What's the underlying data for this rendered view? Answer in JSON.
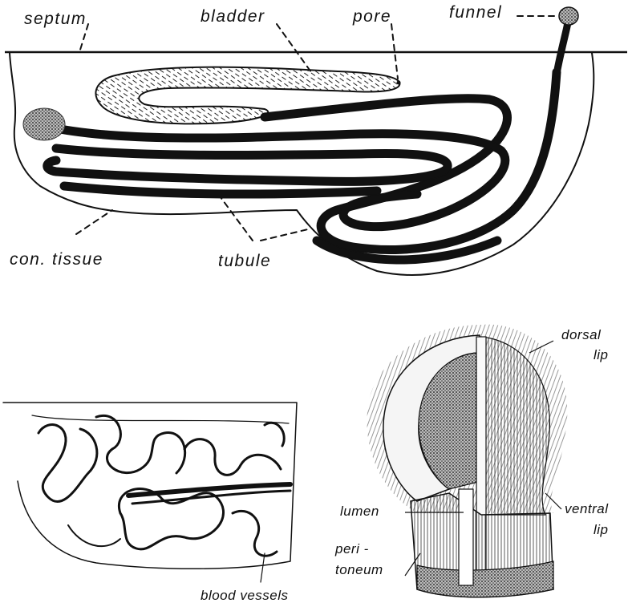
{
  "figure_a": {
    "labels": {
      "septum": "septum",
      "bladder": "bladder",
      "pore": "pore",
      "funnel": "funnel",
      "con_tissue": "con. tissue",
      "tubule": "tubule"
    }
  },
  "figure_b": {
    "labels": {
      "blood_vessels": "blood vessels"
    }
  },
  "figure_c": {
    "labels": {
      "dorsal_lip_1": "dorsal",
      "dorsal_lip_2": "lip",
      "lumen": "lumen",
      "peritoneum_1": "peri -",
      "peritoneum_2": "toneum",
      "ventral_lip_1": "ventral",
      "ventral_lip_2": "lip"
    }
  }
}
